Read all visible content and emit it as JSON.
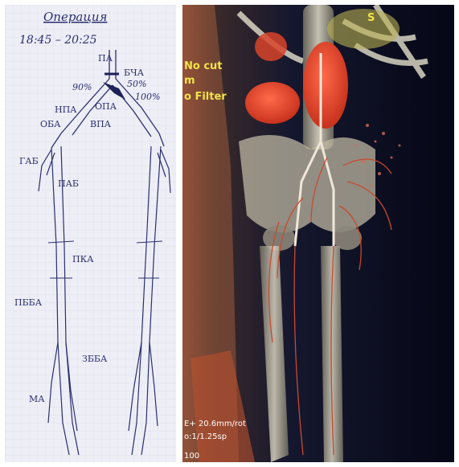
{
  "sketch": {
    "title": "Операция",
    "time": "18:45 – 20:25",
    "labels": {
      "pa": "ПА",
      "bcha": "БЧА",
      "pct_90": "90%",
      "pct_50": "50%",
      "pct_100": "100%",
      "opa": "ОПА",
      "npa": "НПА",
      "vpa": "ВПА",
      "oba": "ОБА",
      "gab": "ГАБ",
      "pab": "ПАБ",
      "pka": "ПКА",
      "pbba": "ПББА",
      "zbba": "ЗББА",
      "ma": "МА"
    }
  },
  "ct": {
    "corner_letter": "S",
    "line1": "No cut",
    "line2": "m",
    "line3": "o Filter",
    "bottom1": "E+ 20.6mm/rot",
    "bottom2": "o:1/1.25sp",
    "bottom3": "100"
  }
}
